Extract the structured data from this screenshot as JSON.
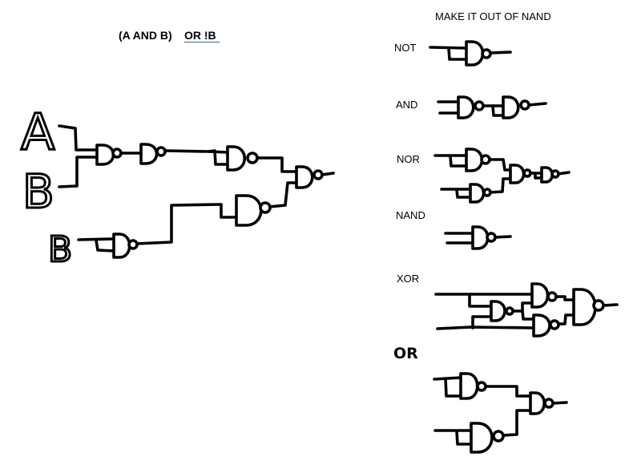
{
  "title": {
    "left": "(A AND B)",
    "right": "OR !B"
  },
  "header": "MAKE IT OUT OF NAND",
  "inputs": {
    "a": "A",
    "b1": "B",
    "b2": "B"
  },
  "sections": {
    "not": "NOT",
    "and": "AND",
    "nor": "NOR",
    "nand": "NAND",
    "xor": "XOR",
    "or": "OR"
  },
  "colors": {
    "ink": "#000000",
    "paper": "#ffffff",
    "underline": "#2e6c8a"
  }
}
